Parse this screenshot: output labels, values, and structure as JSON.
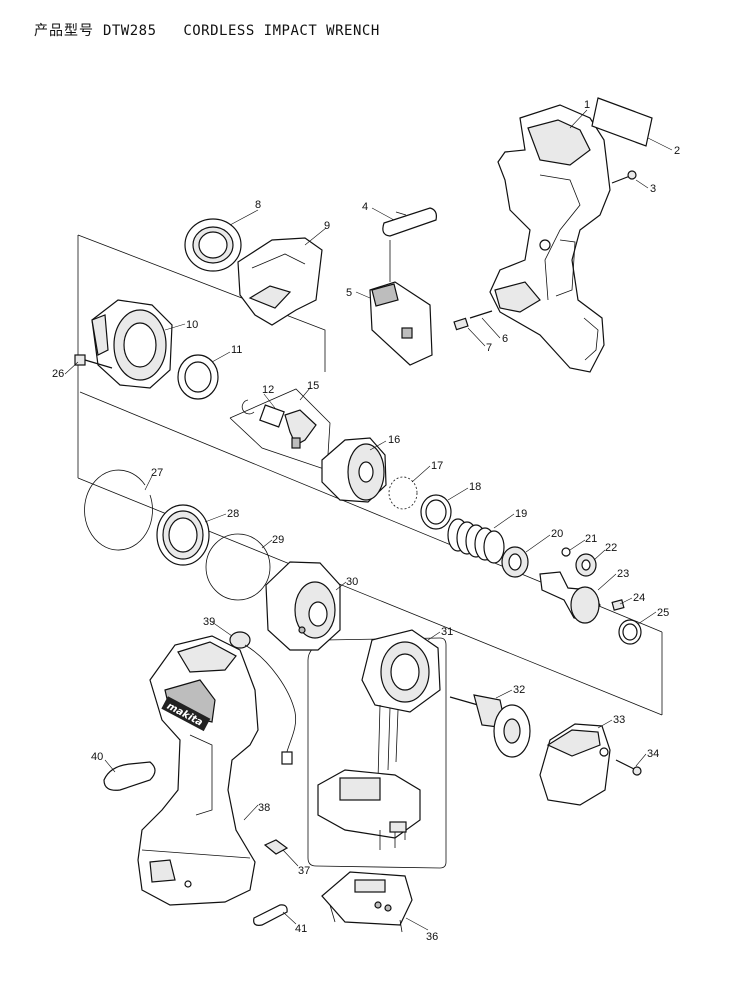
{
  "header": {
    "title_cn": "产品型号",
    "model": "DTW285",
    "product_name": "CORDLESS IMPACT WRENCH"
  },
  "brand_logo_text": "makita",
  "callouts": [
    "1",
    "2",
    "3",
    "4",
    "5",
    "6",
    "7",
    "8",
    "9",
    "10",
    "11",
    "12",
    "15",
    "16",
    "17",
    "18",
    "19",
    "20",
    "21",
    "22",
    "23",
    "24",
    "25",
    "26",
    "27",
    "28",
    "29",
    "30",
    "31",
    "32",
    "33",
    "34",
    "36",
    "37",
    "38",
    "39",
    "40",
    "41"
  ]
}
